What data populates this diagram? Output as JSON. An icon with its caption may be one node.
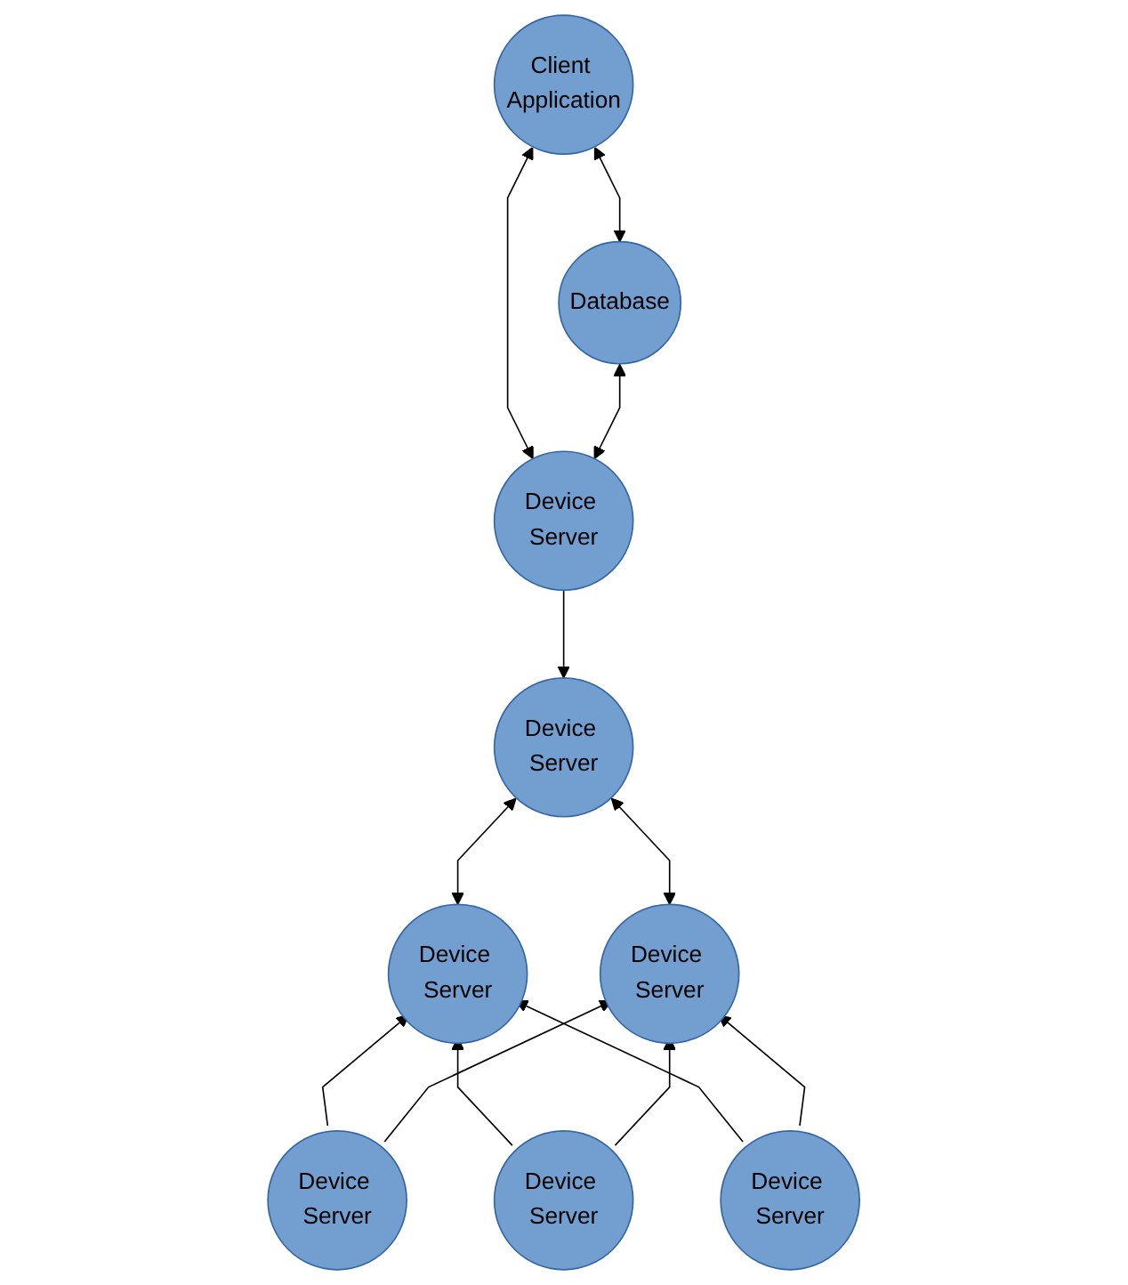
{
  "diagram": {
    "nodes": [
      {
        "text": [
          "Client Application"
        ]
      },
      {
        "text": [
          "Database"
        ]
      },
      {
        "text": [
          "Device Server"
        ]
      },
      {
        "text": [
          "Device Server"
        ]
      },
      {
        "text": [
          "Device Server"
        ]
      },
      {
        "text": [
          "Device Server"
        ]
      },
      {
        "text": [
          "Device Server"
        ]
      },
      {
        "text": [
          "Device Server"
        ]
      },
      {
        "text": [
          "Device Server"
        ]
      }
    ],
    "edges": [
      {
        "from": 0,
        "to": 1,
        "arrow": "both"
      },
      {
        "from": 0,
        "to": 2,
        "arrow": "both"
      },
      {
        "from": 1,
        "to": 2,
        "arrow": "both"
      },
      {
        "from": 2,
        "to": 3,
        "arrow": "to"
      },
      {
        "from": 3,
        "to": 4,
        "arrow": "both"
      },
      {
        "from": 3,
        "to": 5,
        "arrow": "both"
      },
      {
        "from": 6,
        "to": 4,
        "arrow": "to"
      },
      {
        "from": 6,
        "to": 5,
        "arrow": "to"
      },
      {
        "from": 7,
        "to": 4,
        "arrow": "to"
      },
      {
        "from": 7,
        "to": 5,
        "arrow": "to"
      },
      {
        "from": 8,
        "to": 4,
        "arrow": "to"
      },
      {
        "from": 8,
        "to": 5,
        "arrow": "to"
      }
    ]
  }
}
